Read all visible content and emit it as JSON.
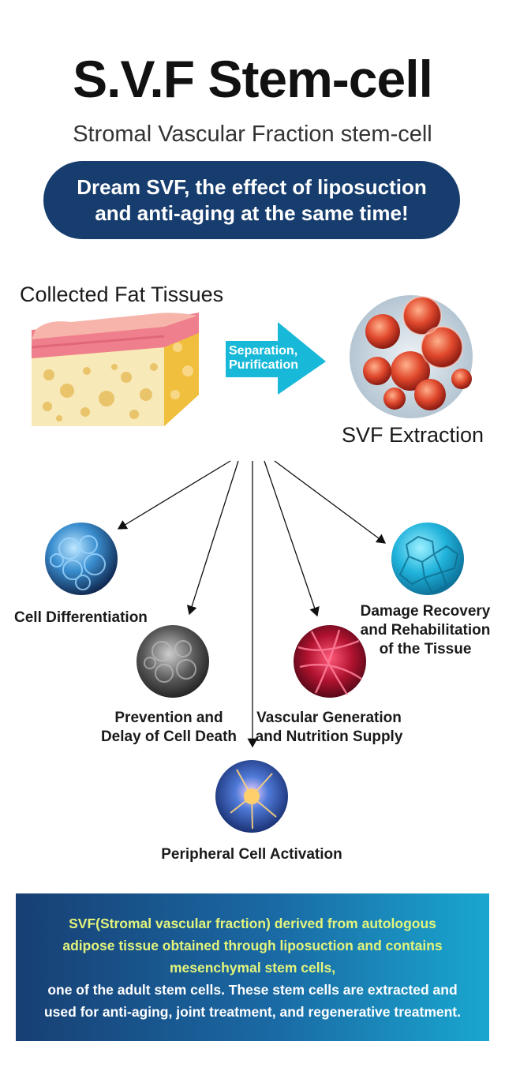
{
  "header": {
    "title": "S.V.F Stem-cell",
    "subtitle": "Stromal Vascular Fraction stem-cell",
    "pill_line1": "Dream SVF, the effect of liposuction",
    "pill_line2": "and anti-aging at the same time!"
  },
  "process": {
    "collected_label": "Collected Fat Tissues",
    "arrow_line1": "Separation,",
    "arrow_line2": "Purification",
    "extraction_label": "SVF Extraction"
  },
  "effects": {
    "cell_differentiation": "Cell Differentiation",
    "prevention_line1": "Prevention and",
    "prevention_line2": "Delay of Cell Death",
    "vascular_line1": "Vascular Generation",
    "vascular_line2": "and Nutrition Supply",
    "damage_line1": "Damage Recovery",
    "damage_line2": "and Rehabilitation",
    "damage_line3": "of the Tissue",
    "peripheral": "Peripheral Cell Activation"
  },
  "info": {
    "hl_line1": "SVF(Stromal vascular fraction) derived from autologous",
    "hl_line2": "adipose tissue obtained through liposuction and contains",
    "hl_line3": "mesenchymal stem cells,",
    "line4": "one of the adult stem cells. These stem cells are extracted and",
    "line5": "used for anti-aging, joint treatment, and regenerative treatment."
  },
  "colors": {
    "pill": "#163d6e",
    "arrow": "#17b8d8",
    "highlight_text": "#e3f47c"
  }
}
